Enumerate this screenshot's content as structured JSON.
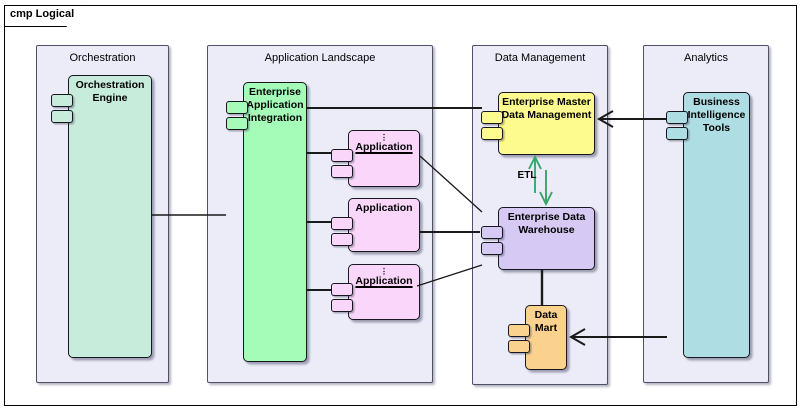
{
  "frame": {
    "title": "cmp Logical"
  },
  "lanes": [
    {
      "label": "Orchestration"
    },
    {
      "label": "Application Landscape"
    },
    {
      "label": "Data Management"
    },
    {
      "label": "Analytics"
    }
  ],
  "components": [
    {
      "label": "Orchestration Engine",
      "color": "#C8ECDB"
    },
    {
      "label": "Enterprise Application Integration",
      "color": "#A5FBB8"
    },
    {
      "label": "Application",
      "marker": "⋮",
      "color": "#FAD7FA"
    },
    {
      "label": "Application",
      "color": "#FAD7FA"
    },
    {
      "label": "Application",
      "marker": "⋮",
      "color": "#FAD7FA"
    },
    {
      "label": "Enterprise Master Data Management",
      "color": "#FDFB8D"
    },
    {
      "label": "Enterprise Data Warehouse",
      "color": "#D6C9F3"
    },
    {
      "label": "Data Mart",
      "color": "#FAD28E"
    },
    {
      "label": "Business Intelligence Tools",
      "color": "#AEDEE4"
    }
  ],
  "connector_labels": {
    "etl": "ETL"
  },
  "colors": {
    "lane_fill": "#ECECF9",
    "lane_border": "#50506A",
    "connector": "#1A1A1A",
    "etl_arrow": "#34A766",
    "frame_border": "#000000"
  }
}
